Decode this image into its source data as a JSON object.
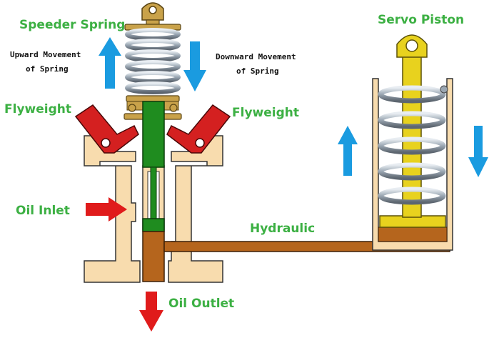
{
  "labels": {
    "speeder_spring": "Speeder Spring",
    "upward_line1": "Upward Movement",
    "upward_line2": "of Spring",
    "downward_line1": "Downward Movement",
    "downward_line2": "of Spring",
    "flyweight_left": "Flyweight",
    "flyweight_right": "Flyweight",
    "oil_inlet": "Oil Inlet",
    "oil_outlet": "Oil Outlet",
    "hydraulic": "Hydraulic",
    "servo_piston": "Servo Piston"
  },
  "colors": {
    "label_green": "#3cb043",
    "arrow_blue": "#1a9be0",
    "arrow_red": "#e01b1b",
    "body_tan": "#f8dcae",
    "oil_brown": "#b5651d",
    "valve_green": "#1f8c1f",
    "flyweight_red": "#d42020",
    "piston_yellow": "#e8d21e",
    "spring_steel": "#9aa6b2",
    "knob_gold": "#c9a24a"
  },
  "icons": {
    "up_arrow": "up-arrow-icon",
    "down_arrow": "down-arrow-icon",
    "right_arrow": "right-arrow-icon"
  }
}
